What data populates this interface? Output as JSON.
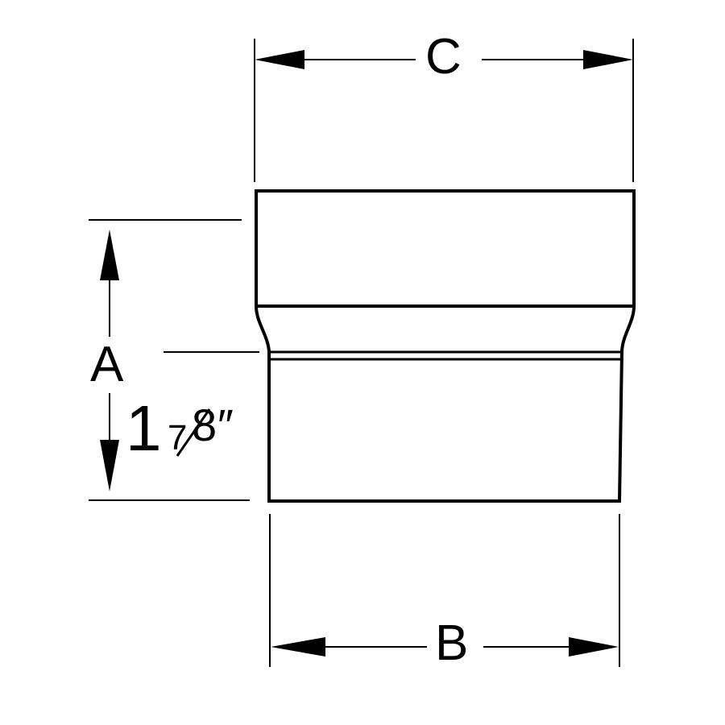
{
  "dimensions": {
    "width_label": "C",
    "bottom_label": "B",
    "height_label": "A",
    "measurement": {
      "whole": "1",
      "numerator": "7",
      "denominator": "8",
      "unit": "″"
    }
  }
}
